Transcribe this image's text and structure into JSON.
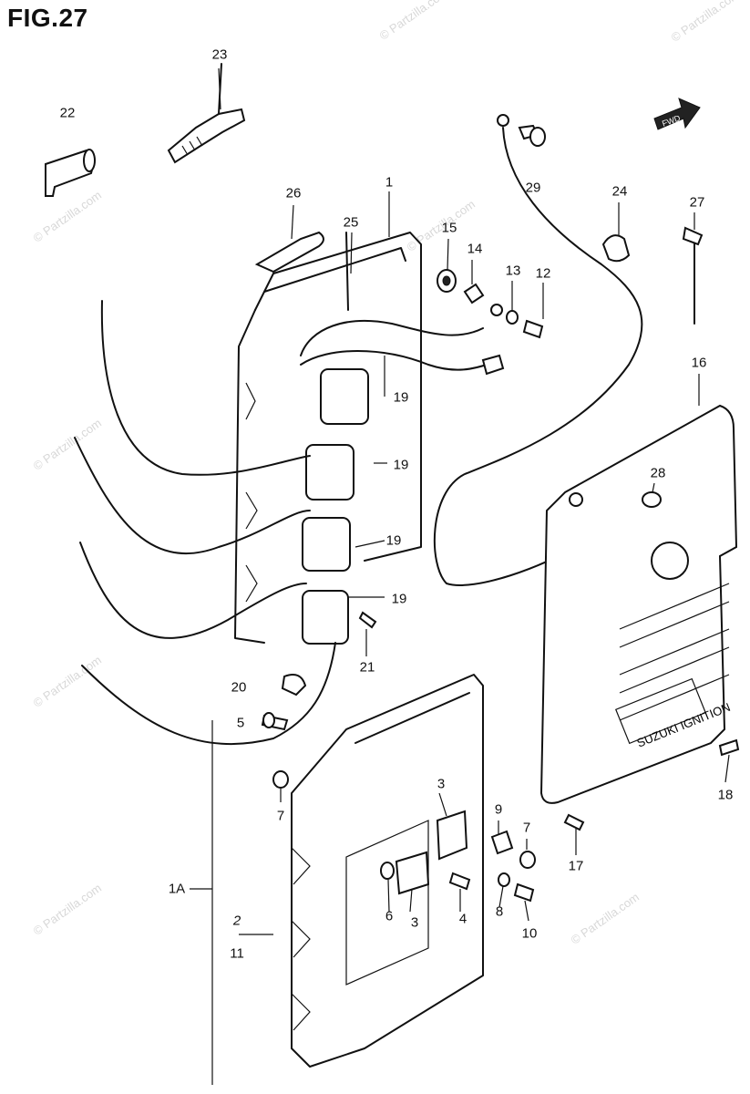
{
  "figure": {
    "title": "FIG.27"
  },
  "watermark": {
    "text": "© Partzilla.com"
  },
  "fwd_label": "FWD",
  "plate_label": "SUZUKI IGNITION",
  "callouts": [
    {
      "id": "c1",
      "text": "1"
    },
    {
      "id": "c1a",
      "text": "1A"
    },
    {
      "id": "c2",
      "text": "2"
    },
    {
      "id": "c3a",
      "text": "3"
    },
    {
      "id": "c3b",
      "text": "3"
    },
    {
      "id": "c4",
      "text": "4"
    },
    {
      "id": "c5",
      "text": "5"
    },
    {
      "id": "c6",
      "text": "6"
    },
    {
      "id": "c7a",
      "text": "7"
    },
    {
      "id": "c7b",
      "text": "7"
    },
    {
      "id": "c8",
      "text": "8"
    },
    {
      "id": "c9",
      "text": "9"
    },
    {
      "id": "c10",
      "text": "10"
    },
    {
      "id": "c11",
      "text": "11"
    },
    {
      "id": "c12",
      "text": "12"
    },
    {
      "id": "c13",
      "text": "13"
    },
    {
      "id": "c14",
      "text": "14"
    },
    {
      "id": "c15",
      "text": "15"
    },
    {
      "id": "c16",
      "text": "16"
    },
    {
      "id": "c17",
      "text": "17"
    },
    {
      "id": "c18",
      "text": "18"
    },
    {
      "id": "c19a",
      "text": "19"
    },
    {
      "id": "c19b",
      "text": "19"
    },
    {
      "id": "c19c",
      "text": "19"
    },
    {
      "id": "c19d",
      "text": "19"
    },
    {
      "id": "c20",
      "text": "20"
    },
    {
      "id": "c21",
      "text": "21"
    },
    {
      "id": "c22",
      "text": "22"
    },
    {
      "id": "c23",
      "text": "23"
    },
    {
      "id": "c24",
      "text": "24"
    },
    {
      "id": "c25",
      "text": "25"
    },
    {
      "id": "c26",
      "text": "26"
    },
    {
      "id": "c27",
      "text": "27"
    },
    {
      "id": "c28",
      "text": "28"
    },
    {
      "id": "c29",
      "text": "29"
    }
  ]
}
